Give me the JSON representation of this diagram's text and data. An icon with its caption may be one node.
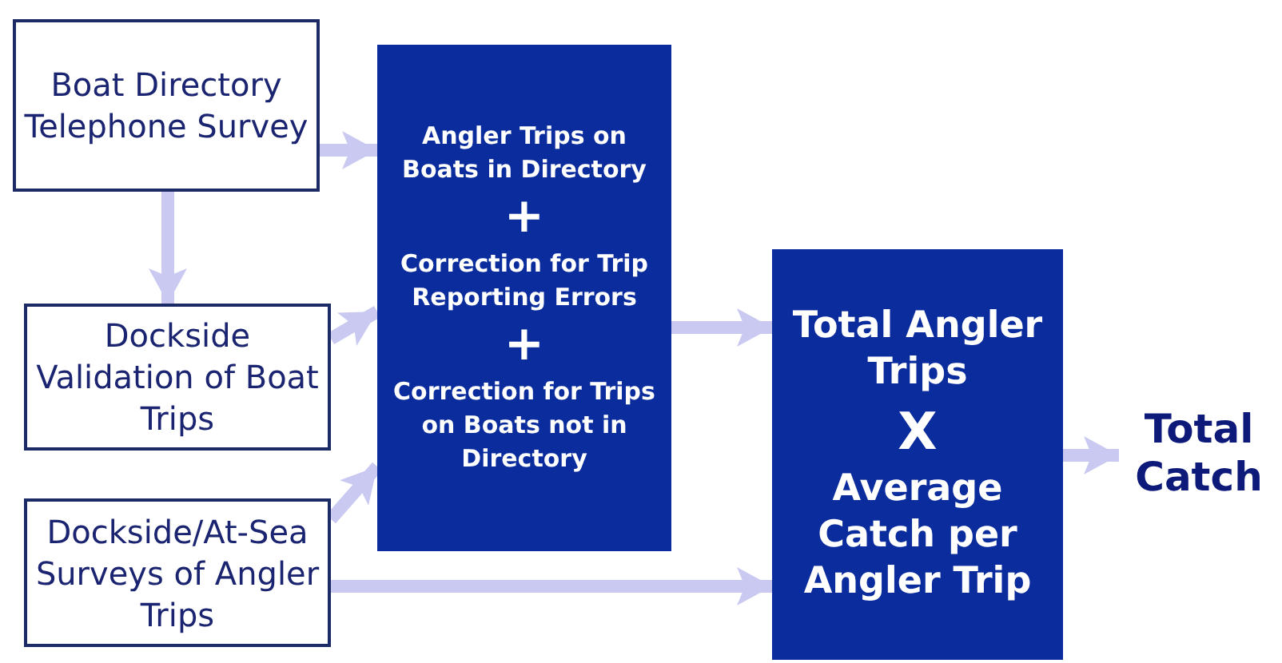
{
  "diagram": {
    "nodes": [
      {
        "text": [
          "Boat Directory Telephone Survey"
        ]
      },
      {
        "text": [
          "Dockside Validation of Boat Trips"
        ]
      },
      {
        "text": [
          "Dockside/At-Sea Surveys of Angler Trips"
        ]
      },
      {
        "text": [
          "Angler Trips on Boats in Directory",
          "+",
          "Correction for Trip Reporting Errors",
          "+",
          "Correction for Trips on Boats not in Directory"
        ]
      },
      {
        "text": [
          "Total Angler Trips",
          "X",
          "Average Catch per Angler Trip"
        ]
      },
      {
        "text": [
          "Total Catch"
        ]
      }
    ],
    "edges": [
      {
        "from": 0,
        "to": 3,
        "arrow": "to"
      },
      {
        "from": 0,
        "to": 1,
        "arrow": "to"
      },
      {
        "from": 1,
        "to": 3,
        "arrow": "to"
      },
      {
        "from": 2,
        "to": 3,
        "arrow": "to"
      },
      {
        "from": 3,
        "to": 4,
        "arrow": "to"
      },
      {
        "from": 2,
        "to": 4,
        "arrow": "to"
      },
      {
        "from": 4,
        "to": 5,
        "arrow": "to"
      }
    ]
  }
}
